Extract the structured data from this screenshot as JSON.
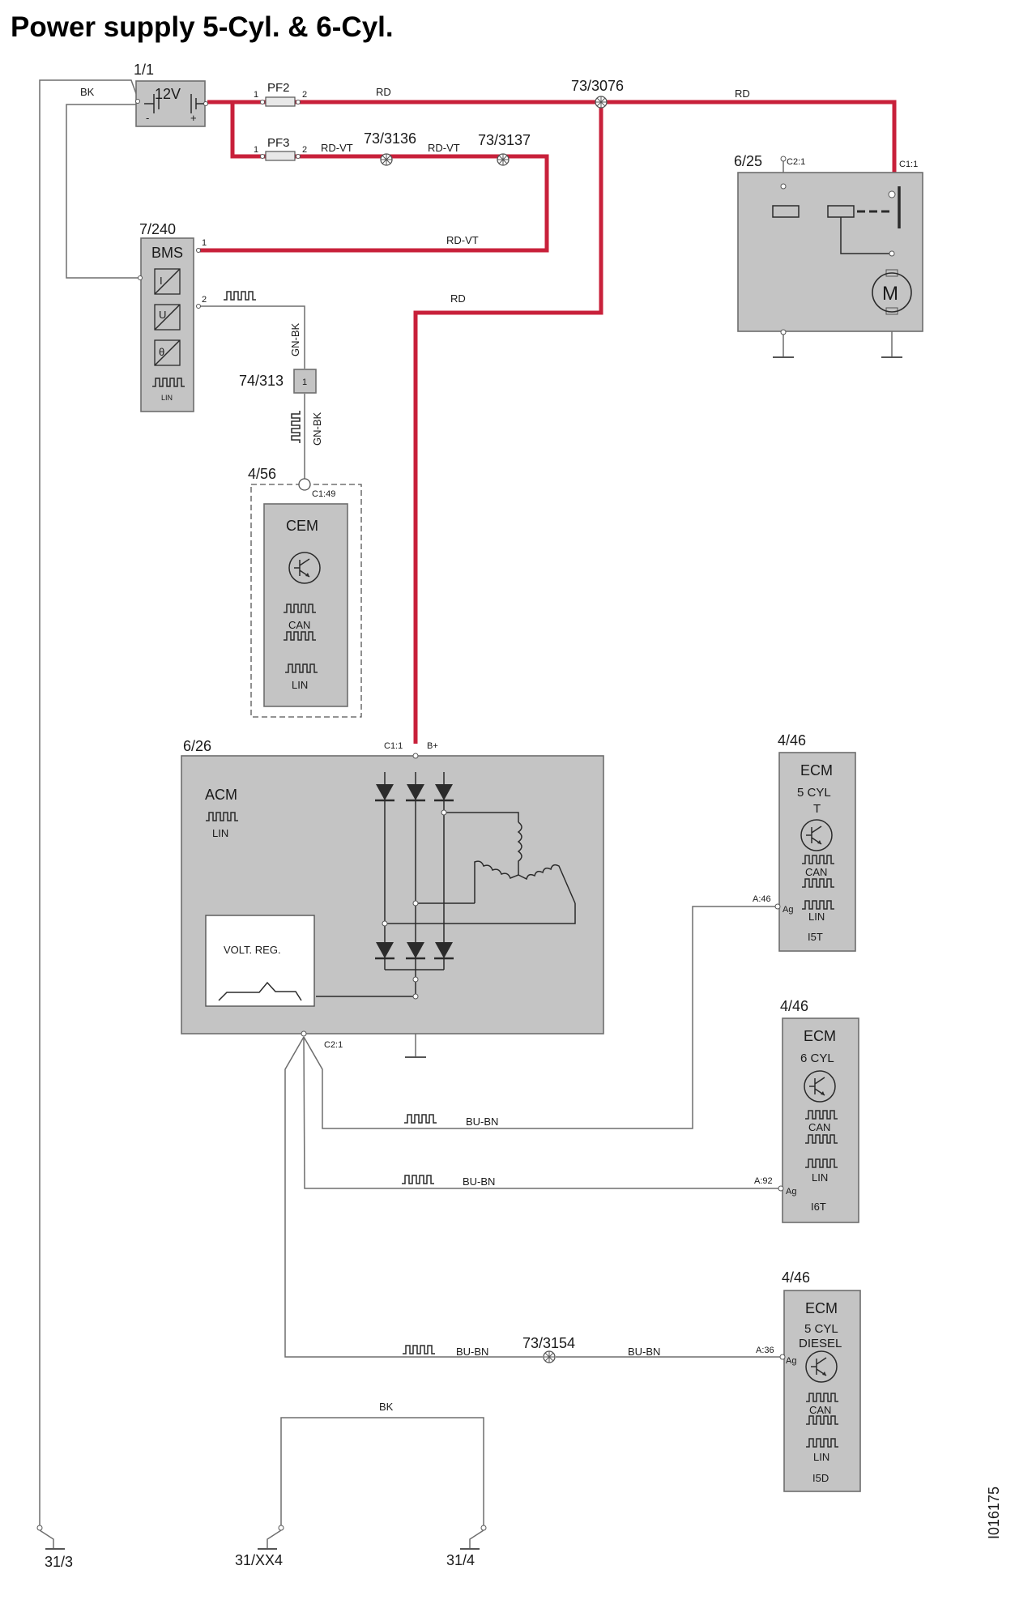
{
  "title": "Power supply 5-Cyl. & 6-Cyl.",
  "doc_number": "I016175",
  "colors": {
    "power_wire": "#c8203a",
    "signal_wire": "#6e6e6e",
    "component_fill": "#c4c4c4"
  },
  "battery": {
    "ref": "1/1",
    "label": "12V",
    "minus": "-",
    "plus": "+"
  },
  "fuses": [
    {
      "ref": "PF2",
      "pin_in": "1",
      "pin_out": "2"
    },
    {
      "ref": "PF3",
      "pin_in": "1",
      "pin_out": "2"
    }
  ],
  "splices": [
    "73/3076",
    "73/3136",
    "73/3137",
    "73/3154"
  ],
  "wire_colors": {
    "bk_top": "BK",
    "rd_1": "RD",
    "rd_2": "RD",
    "rd_3": "RD",
    "rdvt_1": "RD-VT",
    "rdvt_2": "RD-VT",
    "rdvt_3": "RD-VT",
    "gnbk_1": "GN-BK",
    "gnbk_2": "GN-BK",
    "bubn_1": "BU-BN",
    "bubn_2": "BU-BN",
    "bubn_3": "BU-BN",
    "bubn_4": "BU-BN",
    "bk_bottom": "BK"
  },
  "bms": {
    "ref": "7/240",
    "label": "BMS",
    "pin_1": "1",
    "pin_2": "2",
    "sub": [
      "I",
      "U",
      "θ"
    ],
    "lin": "LIN"
  },
  "connector_74": {
    "ref": "74/313",
    "pin": "1"
  },
  "cem": {
    "ref": "4/56",
    "pin": "C1:49",
    "label": "CEM",
    "can": "CAN",
    "lin": "LIN"
  },
  "starter": {
    "ref": "6/25",
    "pin_left": "C2:1",
    "pin_right": "C1:1",
    "motor": "M"
  },
  "acm": {
    "ref": "6/26",
    "label": "ACM",
    "lin": "LIN",
    "pin_top": "C1:1",
    "bplus": "B+",
    "volt_reg": "VOLT. REG.",
    "pin_bottom": "C2:1"
  },
  "ecms": [
    {
      "ref": "4/46",
      "title": "ECM",
      "line1": "5 CYL",
      "line2": "T",
      "can": "CAN",
      "lin": "LIN",
      "code": "I5T",
      "pin": "A:46",
      "ag": "Ag"
    },
    {
      "ref": "4/46",
      "title": "ECM",
      "line1": "6 CYL",
      "line2": "",
      "can": "CAN",
      "lin": "LIN",
      "code": "I6T",
      "pin": "A:92",
      "ag": "Ag"
    },
    {
      "ref": "4/46",
      "title": "ECM",
      "line1": "5 CYL",
      "line2": "DIESEL",
      "can": "CAN",
      "lin": "LIN",
      "code": "I5D",
      "pin": "A:36",
      "ag": "Ag"
    }
  ],
  "grounds": [
    "31/3",
    "31/XX4",
    "31/4"
  ]
}
